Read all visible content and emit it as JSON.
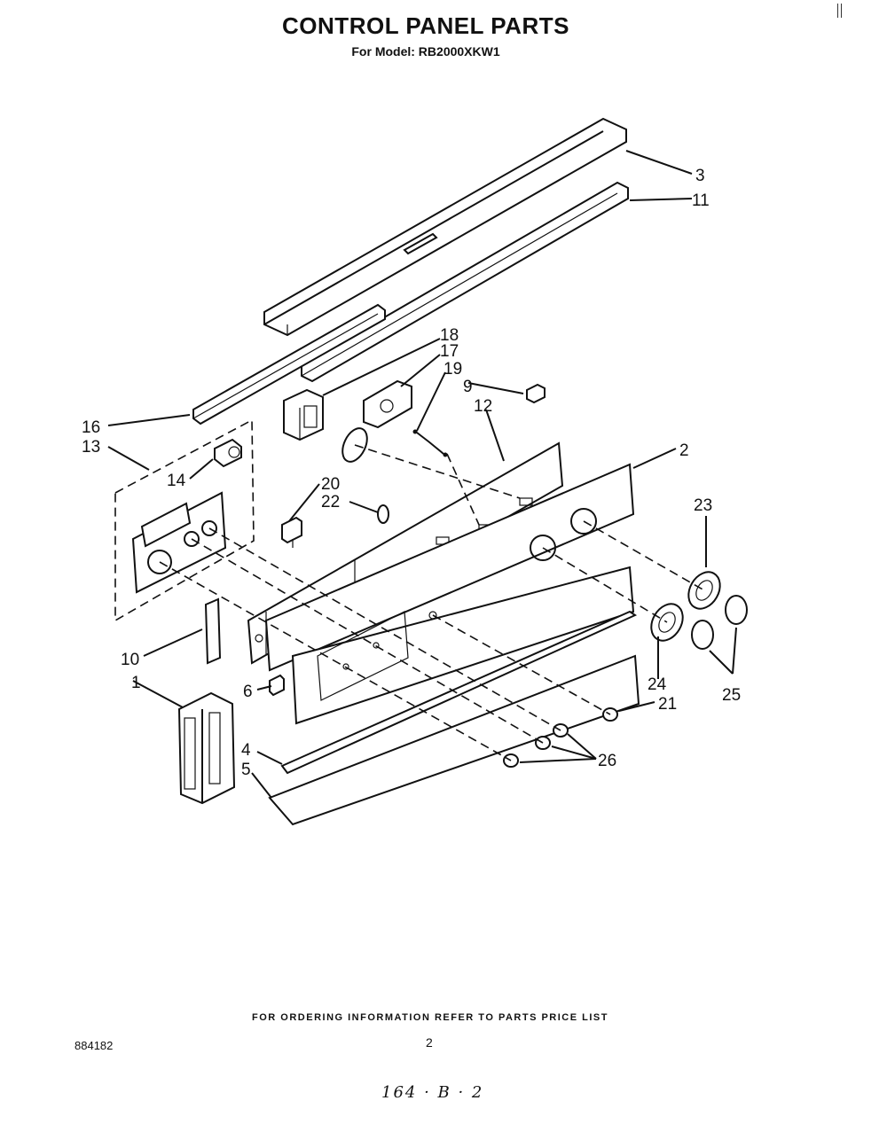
{
  "header": {
    "title": "CONTROL PANEL PARTS",
    "subtitle": "For Model: RB2000XKW1"
  },
  "footer": {
    "ordering_note": "FOR ORDERING INFORMATION REFER TO PARTS PRICE LIST",
    "document_number": "884182",
    "page_number": "2",
    "handwritten_code": "164 · B · 2"
  },
  "callouts": {
    "c3": "3",
    "c11": "11",
    "c18": "18",
    "c17": "17",
    "c19": "19",
    "c9": "9",
    "c12": "12",
    "c16": "16",
    "c13": "13",
    "c2": "2",
    "c14": "14",
    "c20": "20",
    "c22": "22",
    "c23": "23",
    "c10": "10",
    "c1": "1",
    "c6": "6",
    "c24": "24",
    "c25": "25",
    "c21": "21",
    "c4": "4",
    "c26": "26",
    "c5": "5"
  }
}
